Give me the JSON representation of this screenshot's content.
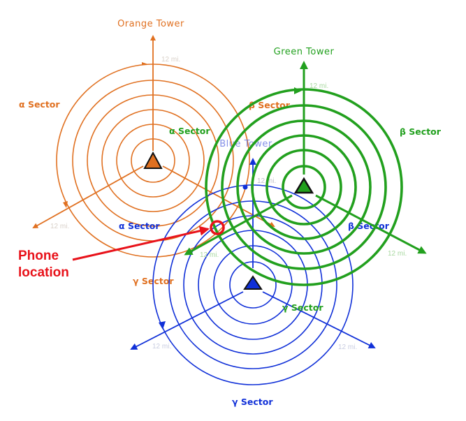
{
  "colors": {
    "orange": "#E07020",
    "green": "#22A01E",
    "blue": "#1030D8",
    "red": "#E8121A",
    "range_text": "#B8B8B8"
  },
  "towers": [
    {
      "id": "orange",
      "title": "Orange Tower",
      "range_label": "12 mi.",
      "range_label_secondary": "12 mi.",
      "sector_labels": {
        "alpha": "α Sector",
        "beta": "β Sector",
        "gamma": "γ Sector"
      }
    },
    {
      "id": "green",
      "title": "Green Tower",
      "range_label": "12 mi.",
      "range_label_secondary": "12 mi.",
      "range_label_tertiary": "12 mi.",
      "sector_labels": {
        "alpha": "α Sector",
        "beta": "β Sector",
        "gamma": "γ Sector"
      }
    },
    {
      "id": "blue",
      "title": "Blue Tower",
      "range_label": "12 mi.",
      "range_label_secondary": "12 mi.",
      "range_label_tertiary": "12 mi.",
      "sector_labels": {
        "alpha": "α Sector",
        "beta": "β Sector",
        "gamma": "γ Sector"
      }
    }
  ],
  "callout": {
    "line1": "Phone",
    "line2": "location"
  }
}
